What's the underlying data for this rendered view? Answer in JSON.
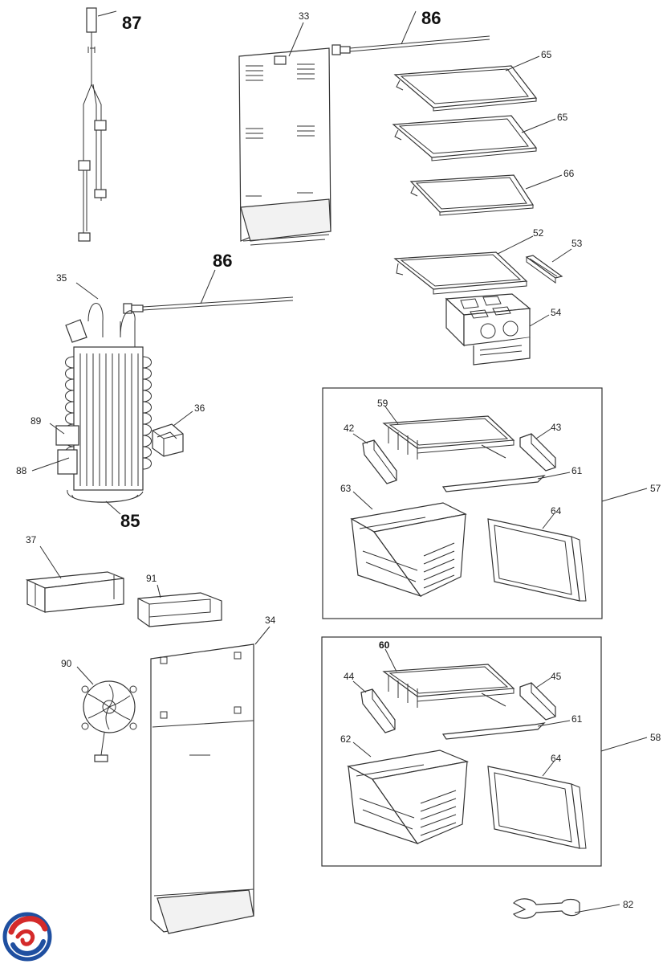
{
  "labels": {
    "p87": "87",
    "p33": "33",
    "p86a": "86",
    "p65a": "65",
    "p65b": "65",
    "p66": "66",
    "p52": "52",
    "p53": "53",
    "p54": "54",
    "p86b": "86",
    "p35": "35",
    "p36": "36",
    "p89": "89",
    "p88": "88",
    "p85": "85",
    "p59": "59",
    "p42": "42",
    "p43": "43",
    "p61a": "61",
    "p57": "57",
    "p63": "63",
    "p64a": "64",
    "p37": "37",
    "p91": "91",
    "p34": "34",
    "p90": "90",
    "p60": "60",
    "p44": "44",
    "p45": "45",
    "p61b": "61",
    "p58": "58",
    "p62": "62",
    "p64b": "64",
    "p82": "82"
  },
  "colors": {
    "line": "#333333",
    "logo_red": "#d42a2a",
    "logo_blue": "#1f4fa0"
  },
  "icons": {
    "logo": "brand-swirl-logo"
  }
}
